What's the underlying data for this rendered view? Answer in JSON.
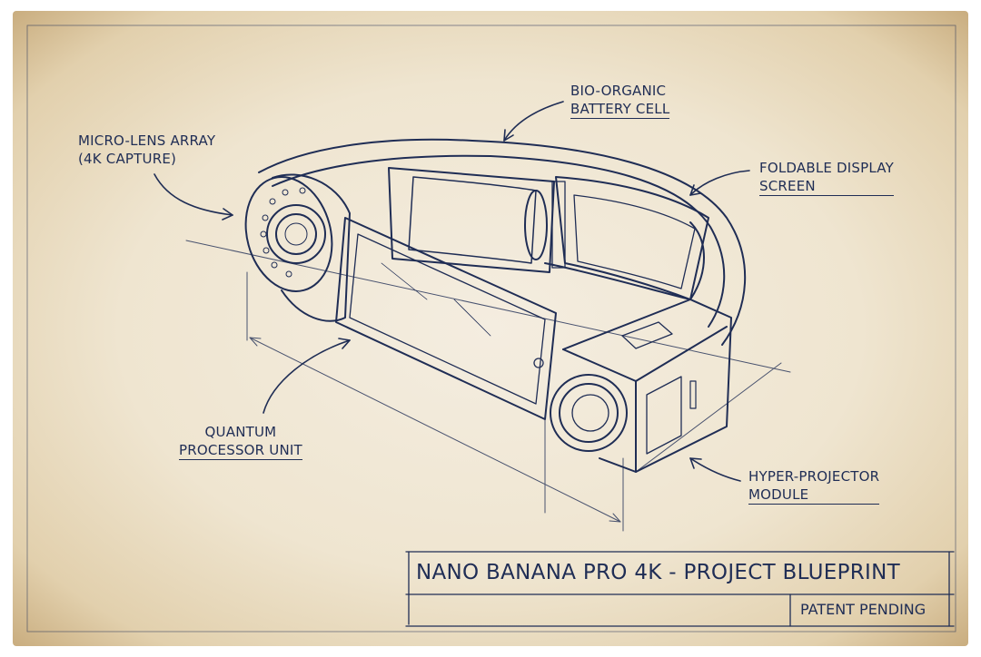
{
  "colors": {
    "ink": "#1f2d55",
    "paper": "#efe5d0",
    "aged_edge": "#c9ad7f"
  },
  "labels": {
    "micro_lens": [
      "MICRO-LENS ARRAY",
      "(4K CAPTURE)"
    ],
    "battery": [
      "BIO-ORGANIC",
      "BATTERY CELL"
    ],
    "display": [
      "FOLDABLE DISPLAY",
      "SCREEN"
    ],
    "processor": [
      "QUANTUM",
      "PROCESSOR UNIT"
    ],
    "projector": [
      "HYPER-PROJECTOR",
      "MODULE"
    ]
  },
  "title_block": {
    "title": "NANO BANANA PRO 4K - PROJECT BLUEPRINT",
    "subtitle": "PATENT PENDING"
  }
}
